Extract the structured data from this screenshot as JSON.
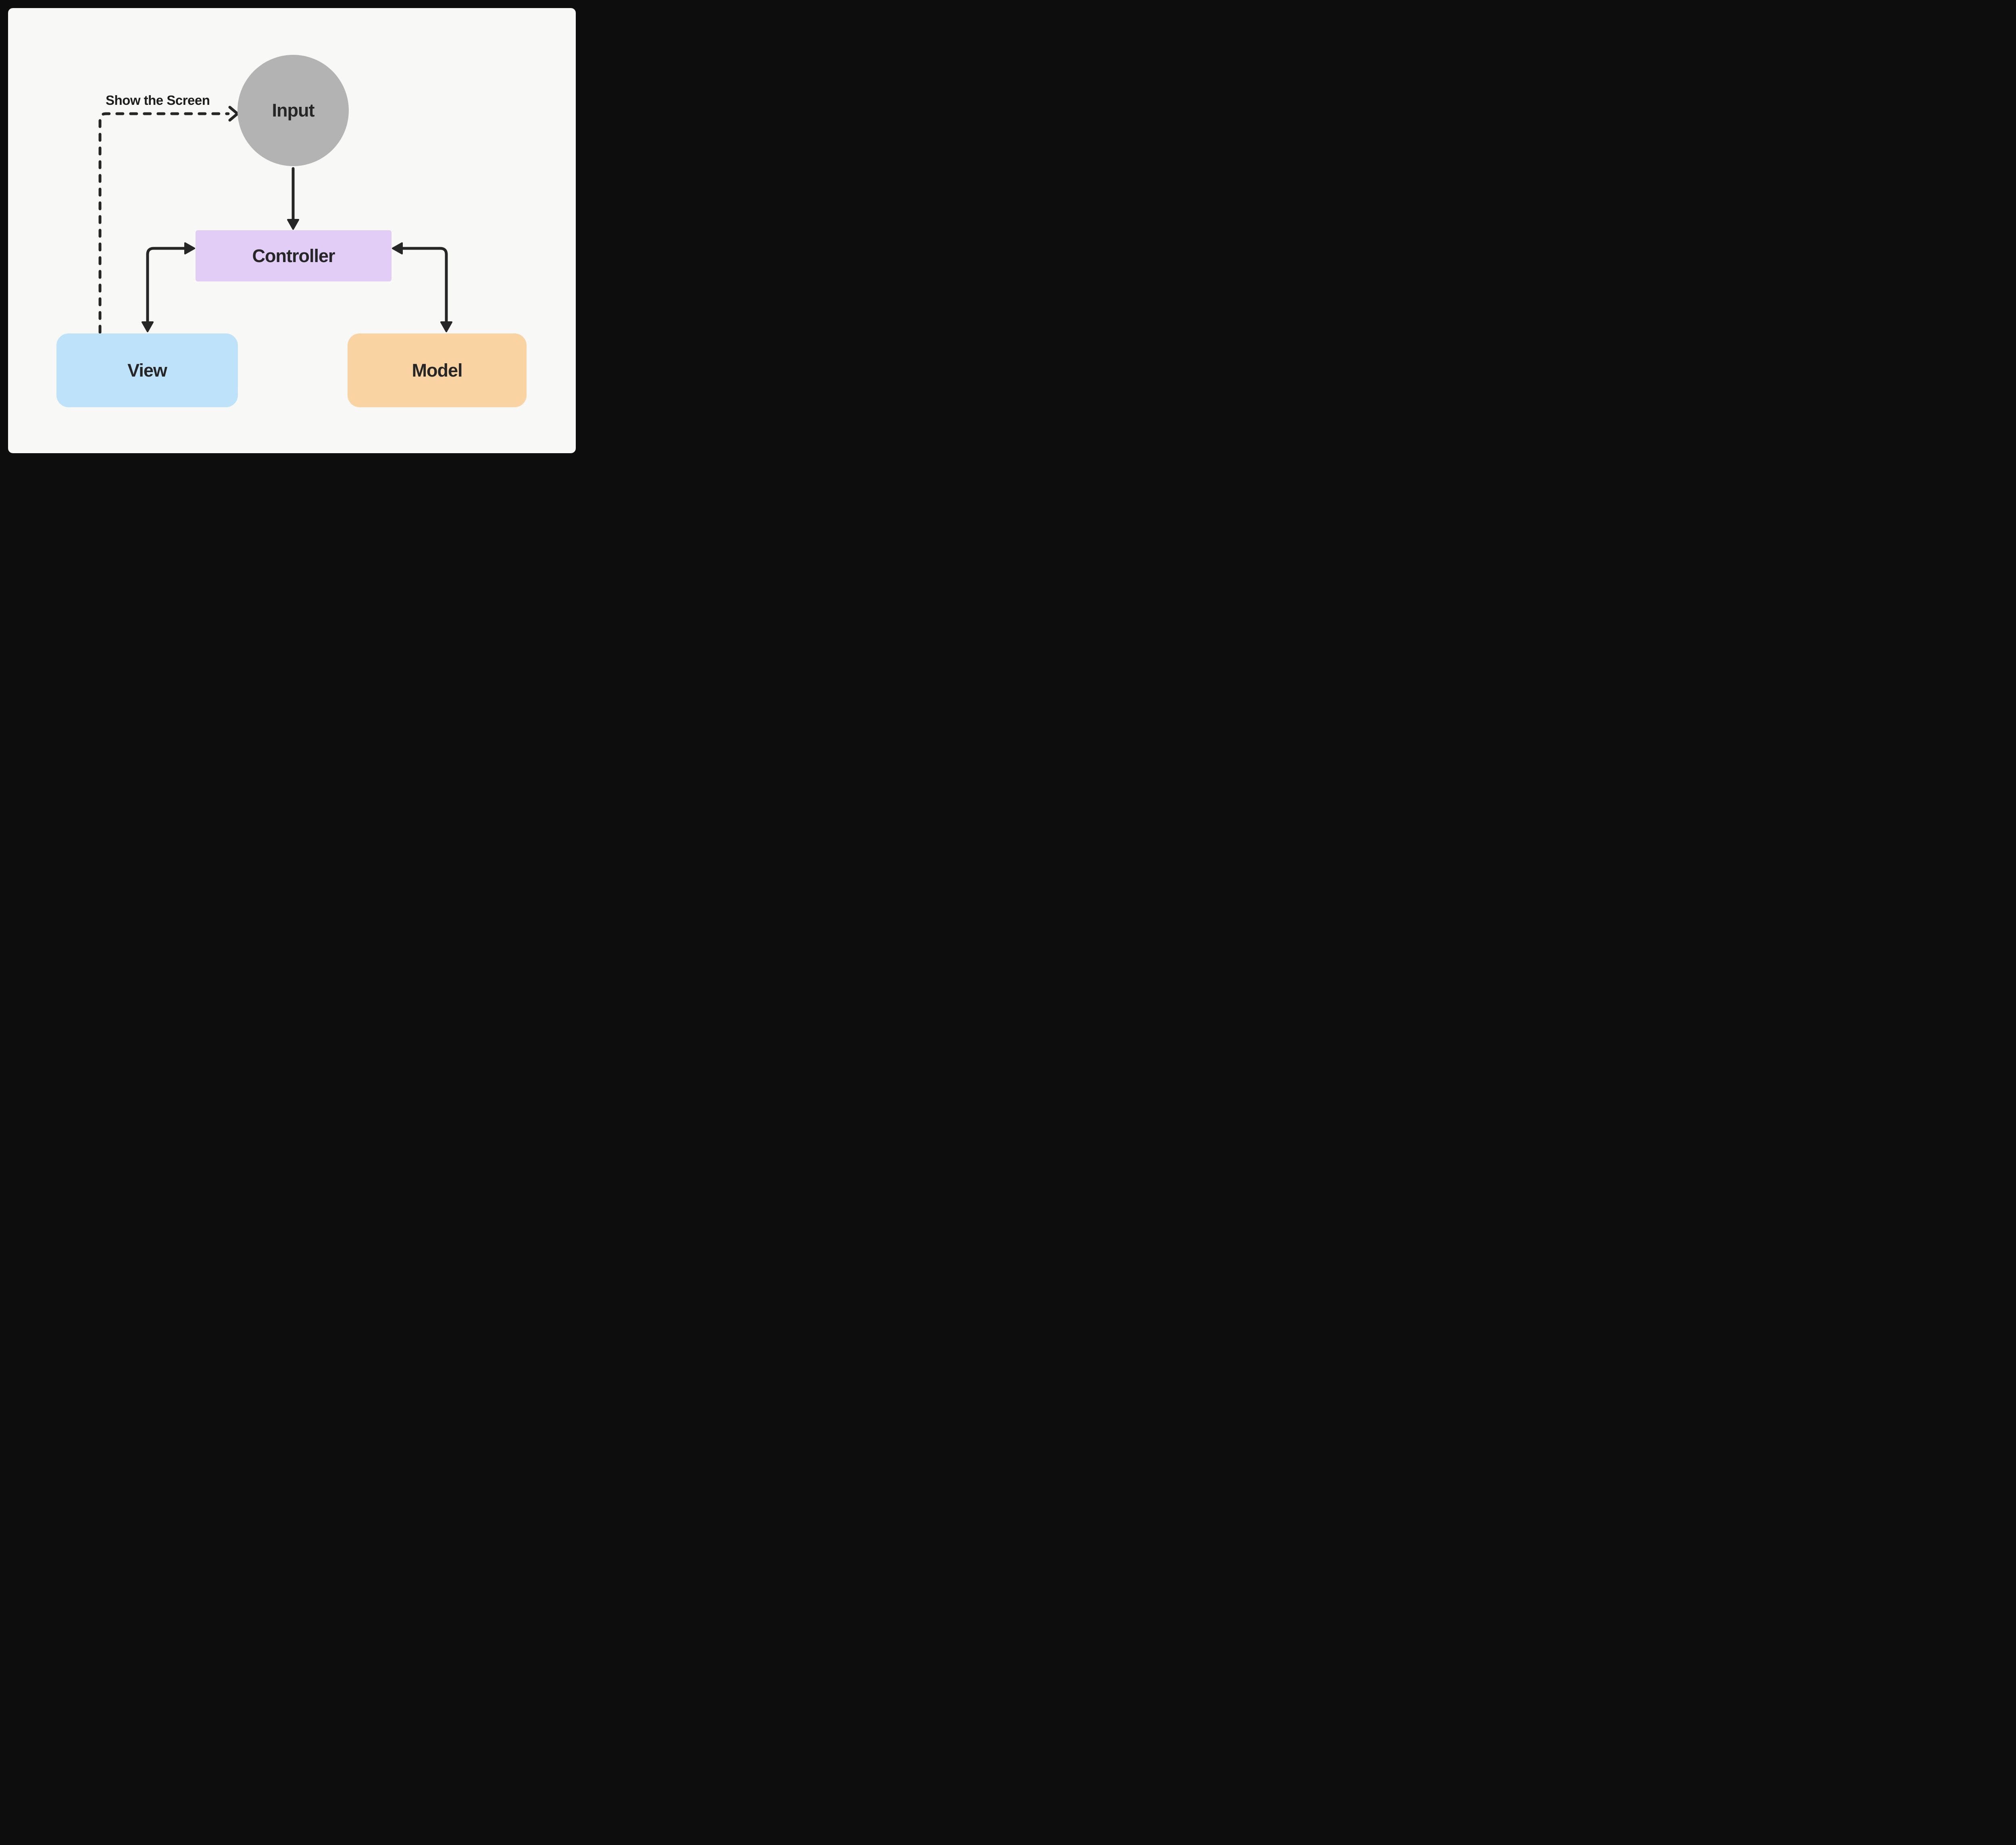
{
  "diagram": {
    "nodes": {
      "input": {
        "label": "Input",
        "shape": "circle",
        "fill": "#b3b3b3",
        "text_color": "#262626"
      },
      "controller": {
        "label": "Controller",
        "shape": "rectangle",
        "fill": "#e2cdf7",
        "text_color": "#262626"
      },
      "view": {
        "label": "View",
        "shape": "rounded-rect",
        "fill": "#bee2f9",
        "text_color": "#262626"
      },
      "model": {
        "label": "Model",
        "shape": "rounded-rect",
        "fill": "#f9d3a2",
        "text_color": "#262626"
      }
    },
    "edges": [
      {
        "name": "input-to-controller",
        "style": "solid",
        "heads": "arrow-into-controller"
      },
      {
        "name": "controller-view-elbow",
        "style": "solid",
        "heads": "double-arrow"
      },
      {
        "name": "controller-model-elbow",
        "style": "solid",
        "heads": "double-arrow"
      },
      {
        "name": "view-to-input-dashed",
        "style": "dashed",
        "heads": "open-arrow-into-input",
        "label": "Show the Screen"
      }
    ],
    "annotation": {
      "label": "Show the Screen"
    },
    "colors": {
      "canvas_border": "#0d0d0d",
      "panel_background": "#f8f8f7",
      "arrow": "#262626"
    }
  }
}
